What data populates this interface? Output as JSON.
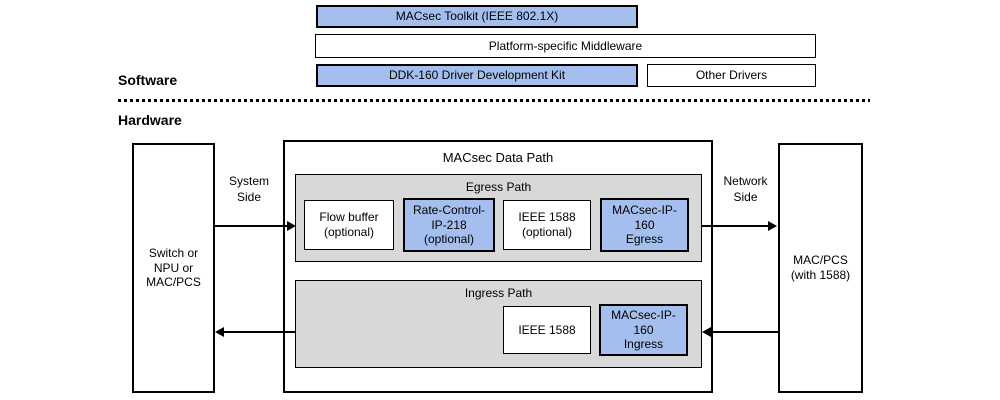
{
  "colors": {
    "block_blue": "#a4bfee",
    "panel_gray": "#d8d8d8",
    "border": "#000000",
    "background": "#ffffff"
  },
  "sections": {
    "software_label": "Software",
    "hardware_label": "Hardware"
  },
  "software_stack": {
    "toolkit": "MACsec Toolkit (IEEE 802.1X)",
    "middleware": "Platform-specific Middleware",
    "ddk": "DDK-160 Driver Development Kit",
    "other_drivers": "Other Drivers"
  },
  "data_path": {
    "title": "MACsec Data Path",
    "egress": {
      "title": "Egress Path",
      "flow_buffer": "Flow buffer\n(optional)",
      "rate_control": "Rate-Control-\nIP-218\n(optional)",
      "ieee1588": "IEEE 1588\n(optional)",
      "macsec_egress": "MACsec-IP-\n160\nEgress"
    },
    "ingress": {
      "title": "Ingress Path",
      "ieee1588": "IEEE 1588",
      "macsec_ingress": "MACsec-IP-\n160\nIngress"
    }
  },
  "endpoints": {
    "system_block": "Switch or\nNPU or\nMAC/PCS",
    "network_block": "MAC/PCS\n(with 1588)",
    "system_side": "System\nSide",
    "network_side": "Network\nSide"
  }
}
